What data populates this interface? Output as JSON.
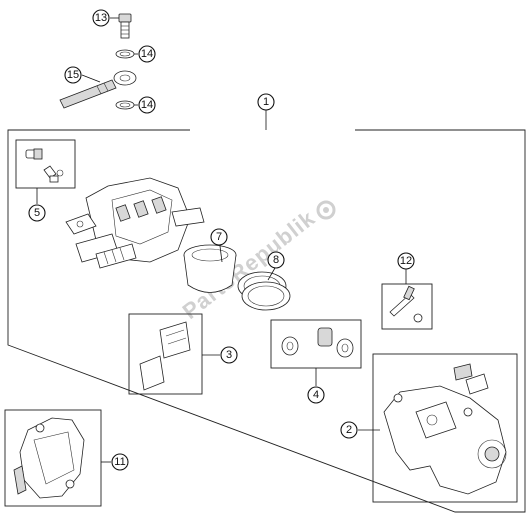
{
  "watermark": "PartsRepublik",
  "callouts": {
    "c1": "1",
    "c2": "2",
    "c3": "3",
    "c4": "4",
    "c5": "5",
    "c7": "7",
    "c8": "8",
    "c11": "11",
    "c12": "12",
    "c13": "13",
    "c14a": "14",
    "c14b": "14",
    "c15": "15"
  }
}
